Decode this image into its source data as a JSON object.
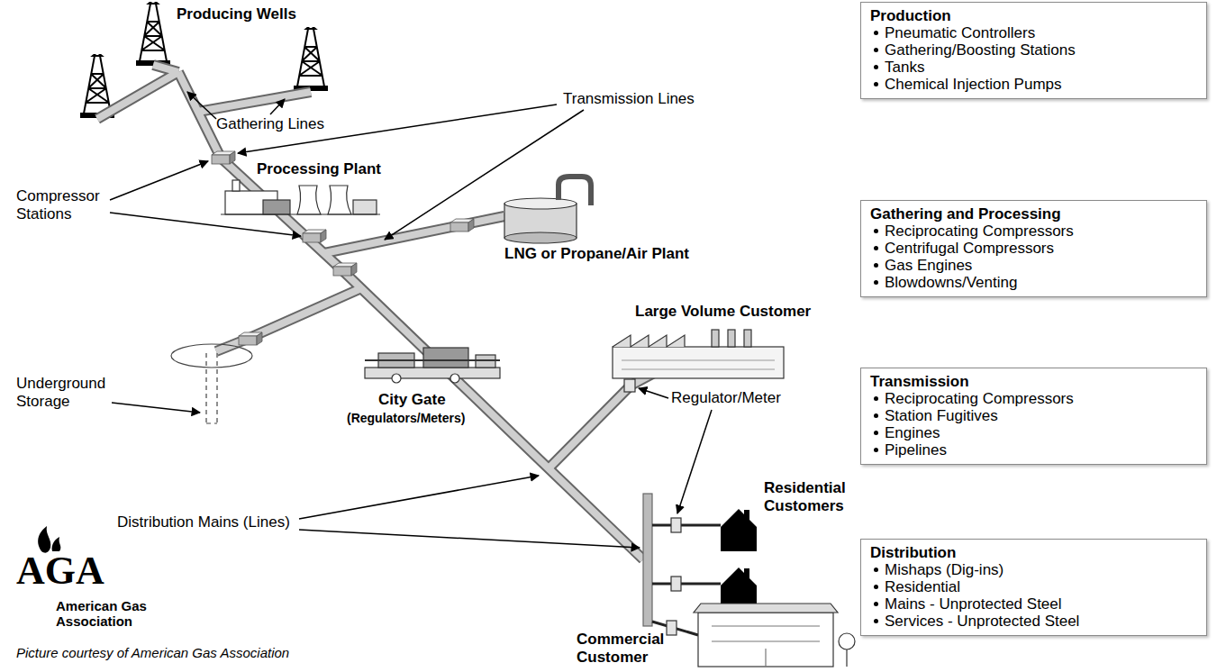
{
  "diagram": {
    "caption": "Picture courtesy of American Gas Association",
    "nodes": [
      {
        "text": [
          "Production",
          "Pneumatic Controllers",
          "Gathering/Boosting Stations",
          "Tanks",
          "Chemical Injection Pumps"
        ]
      },
      {
        "text": [
          "Gathering and Processing",
          "Reciprocating Compressors",
          "Centrifugal Compressors",
          "Gas Engines",
          "Blowdowns/Venting"
        ]
      },
      {
        "text": [
          "Transmission",
          "Reciprocating Compressors",
          "Station Fugitives",
          "Engines",
          "Pipelines"
        ]
      },
      {
        "text": [
          "Distribution",
          "Mishaps (Dig-ins)",
          "Residential",
          "Mains - Unprotected Steel",
          "Services - Unprotected Steel"
        ]
      }
    ],
    "labels": [
      "Producing Wells",
      "Gathering Lines",
      "Transmission Lines",
      "Processing Plant",
      "Compressor Stations",
      "LNG or Propane/Air Plant",
      "Large Volume Customer",
      "Underground Storage",
      "City Gate",
      "(Regulators/Meters)",
      "Regulator/Meter",
      "Residential Customers",
      "Distribution Mains (Lines)",
      "Commercial Customer",
      "AGA",
      "American Gas Association"
    ]
  }
}
